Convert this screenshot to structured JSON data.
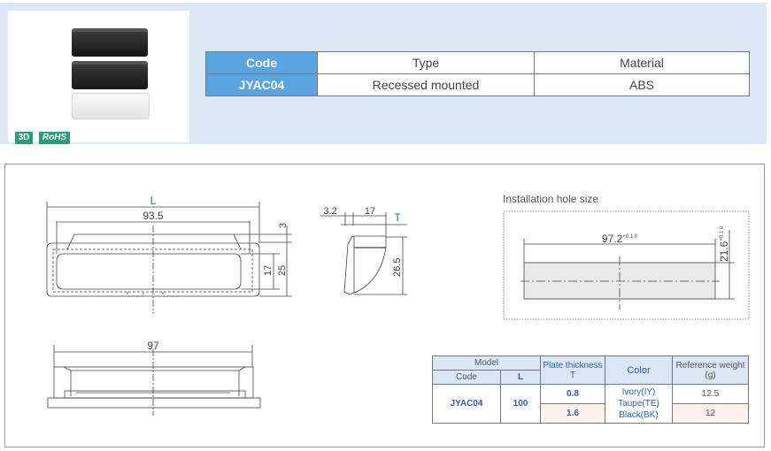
{
  "badges": {
    "three_d": "3D",
    "rohs": "RoHS"
  },
  "header_table": {
    "columns": [
      "Code",
      "Type",
      "Material"
    ],
    "row": [
      "JYAC04",
      "Recessed mounted",
      "ABS"
    ]
  },
  "drawing": {
    "front": {
      "L": "L",
      "d93_5": "93.5",
      "d3": "3",
      "d17": "17",
      "d25": "25"
    },
    "side": {
      "d3_2": "3.2",
      "d17": "17",
      "T": "T",
      "d26_5": "26.5"
    },
    "bottom": {
      "d97": "97"
    },
    "install": {
      "label": "Installation hole size",
      "width": "97.2",
      "width_tol": "+0.1 0",
      "height": "21.6",
      "height_tol": "+0.1 0"
    }
  },
  "spec_table": {
    "headers": {
      "model": "Model",
      "code": "Code",
      "L": "L",
      "plate": "Plate thickness T",
      "color": "Color",
      "weight": "Reference weight (g)"
    },
    "code": "JYAC04",
    "L": "100",
    "rows": [
      {
        "plate": "0.8",
        "weight": "12.5"
      },
      {
        "plate": "1.6",
        "weight": "12"
      }
    ],
    "colors": [
      "Ivory(IY)",
      "Taupe(TE)",
      "Black(BK)"
    ]
  },
  "colors": {
    "accent": "#5aa5df",
    "panel_bg": "#dde8f6",
    "badge": "#2a9d7a",
    "link_blue": "#2f5fb0"
  }
}
